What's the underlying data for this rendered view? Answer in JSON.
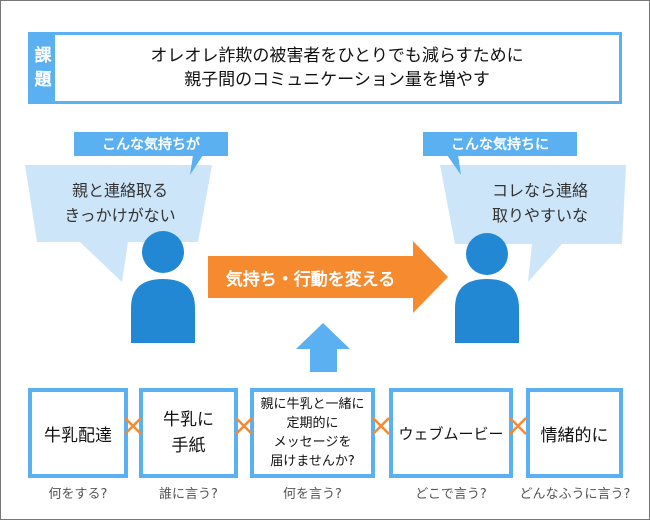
{
  "colors": {
    "accent_blue": "#5ab0f0",
    "person_blue": "#2288d4",
    "bubble_fill": "#cce5f8",
    "arrow_orange": "#f68a2e"
  },
  "issue": {
    "label_line1": "課",
    "label_line2": "題",
    "line1": "オレオレ詐欺の被害者をひとりでも減らすために",
    "line2": "親子間のコミュニケーション量を増やす"
  },
  "before": {
    "tag": "こんな気持ちが",
    "bubble_line1": "親と連絡取る",
    "bubble_line2": "きっかけがない"
  },
  "after": {
    "tag": "こんな気持ちに",
    "bubble_line1": "コレなら連絡",
    "bubble_line2": "取りやすいな"
  },
  "transform_arrow": {
    "label": "気持ち・行動を変える"
  },
  "steps": [
    {
      "text": "牛乳配達",
      "caption": "何をする?"
    },
    {
      "text": "牛乳に\n手紙",
      "caption": "誰に言う?"
    },
    {
      "text": "親に牛乳と一緒に\n定期的に\nメッセージを\n届けませんか?",
      "caption": "何を言う?"
    },
    {
      "text": "ウェブムービー",
      "caption": "どこで言う?"
    },
    {
      "text": "情緒的に",
      "caption": "どんなふうに言う?"
    }
  ],
  "icons": {
    "person": "person-icon",
    "cross": "multiply-icon",
    "up_arrow": "up-arrow-icon"
  }
}
